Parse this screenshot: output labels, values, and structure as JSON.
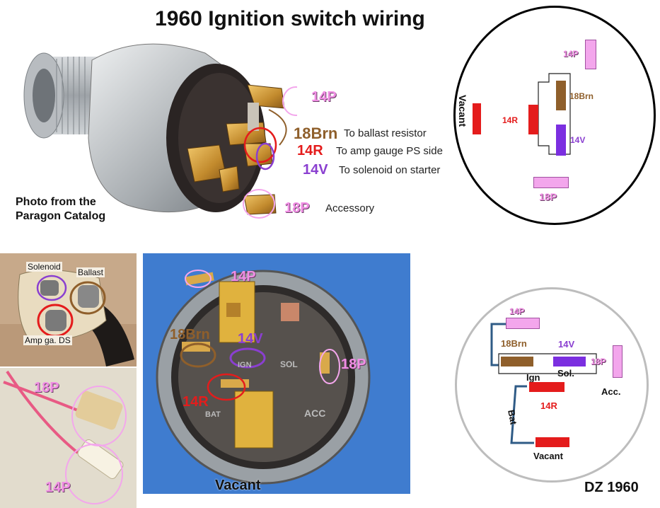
{
  "title": "1960 Ignition switch wiring",
  "credit": {
    "line1": "Photo from the",
    "line2": "Paragon Catalog"
  },
  "wire_legend": [
    {
      "code": "14P",
      "text": ""
    },
    {
      "code": "18Brn",
      "text": "To ballast resistor"
    },
    {
      "code": "14R",
      "text": "To amp gauge PS side"
    },
    {
      "code": "14V",
      "text": "To solenoid on starter"
    },
    {
      "code": "18P",
      "text": "Accessory"
    }
  ],
  "top_diagram": {
    "vacant": "Vacant",
    "p14": "14P",
    "brn18": "18Brn",
    "r14": "14R",
    "v14": "14V",
    "p18": "18P"
  },
  "connector_photo": {
    "solenoid": "Solenoid",
    "ballast": "Ballast",
    "amp": "Amp ga. DS"
  },
  "wire_photo": {
    "p18": "18P",
    "p14": "14P"
  },
  "back_photo": {
    "p14": "14P",
    "brn18": "18Brn",
    "v14": "14V",
    "p18": "18P",
    "r14": "14R",
    "vacant": "Vacant",
    "sol": "SOL",
    "acc": "ACC",
    "bat": "BAT",
    "ign": "IGN"
  },
  "bottom_diagram": {
    "p14": "14P",
    "brn18": "18Brn",
    "v14": "14V",
    "p18": "18P",
    "ign": "Ign",
    "sol": "Sol.",
    "acc": "Acc.",
    "r14": "14R",
    "bat": "Bat",
    "vacant": "Vacant"
  },
  "signature": "DZ 1960",
  "colors": {
    "pink": "#f3a6ec",
    "red": "#e41c1c",
    "brown": "#8f5f2b",
    "purple": "#7b2fe0",
    "blue_bg": "#3f7ccf"
  }
}
